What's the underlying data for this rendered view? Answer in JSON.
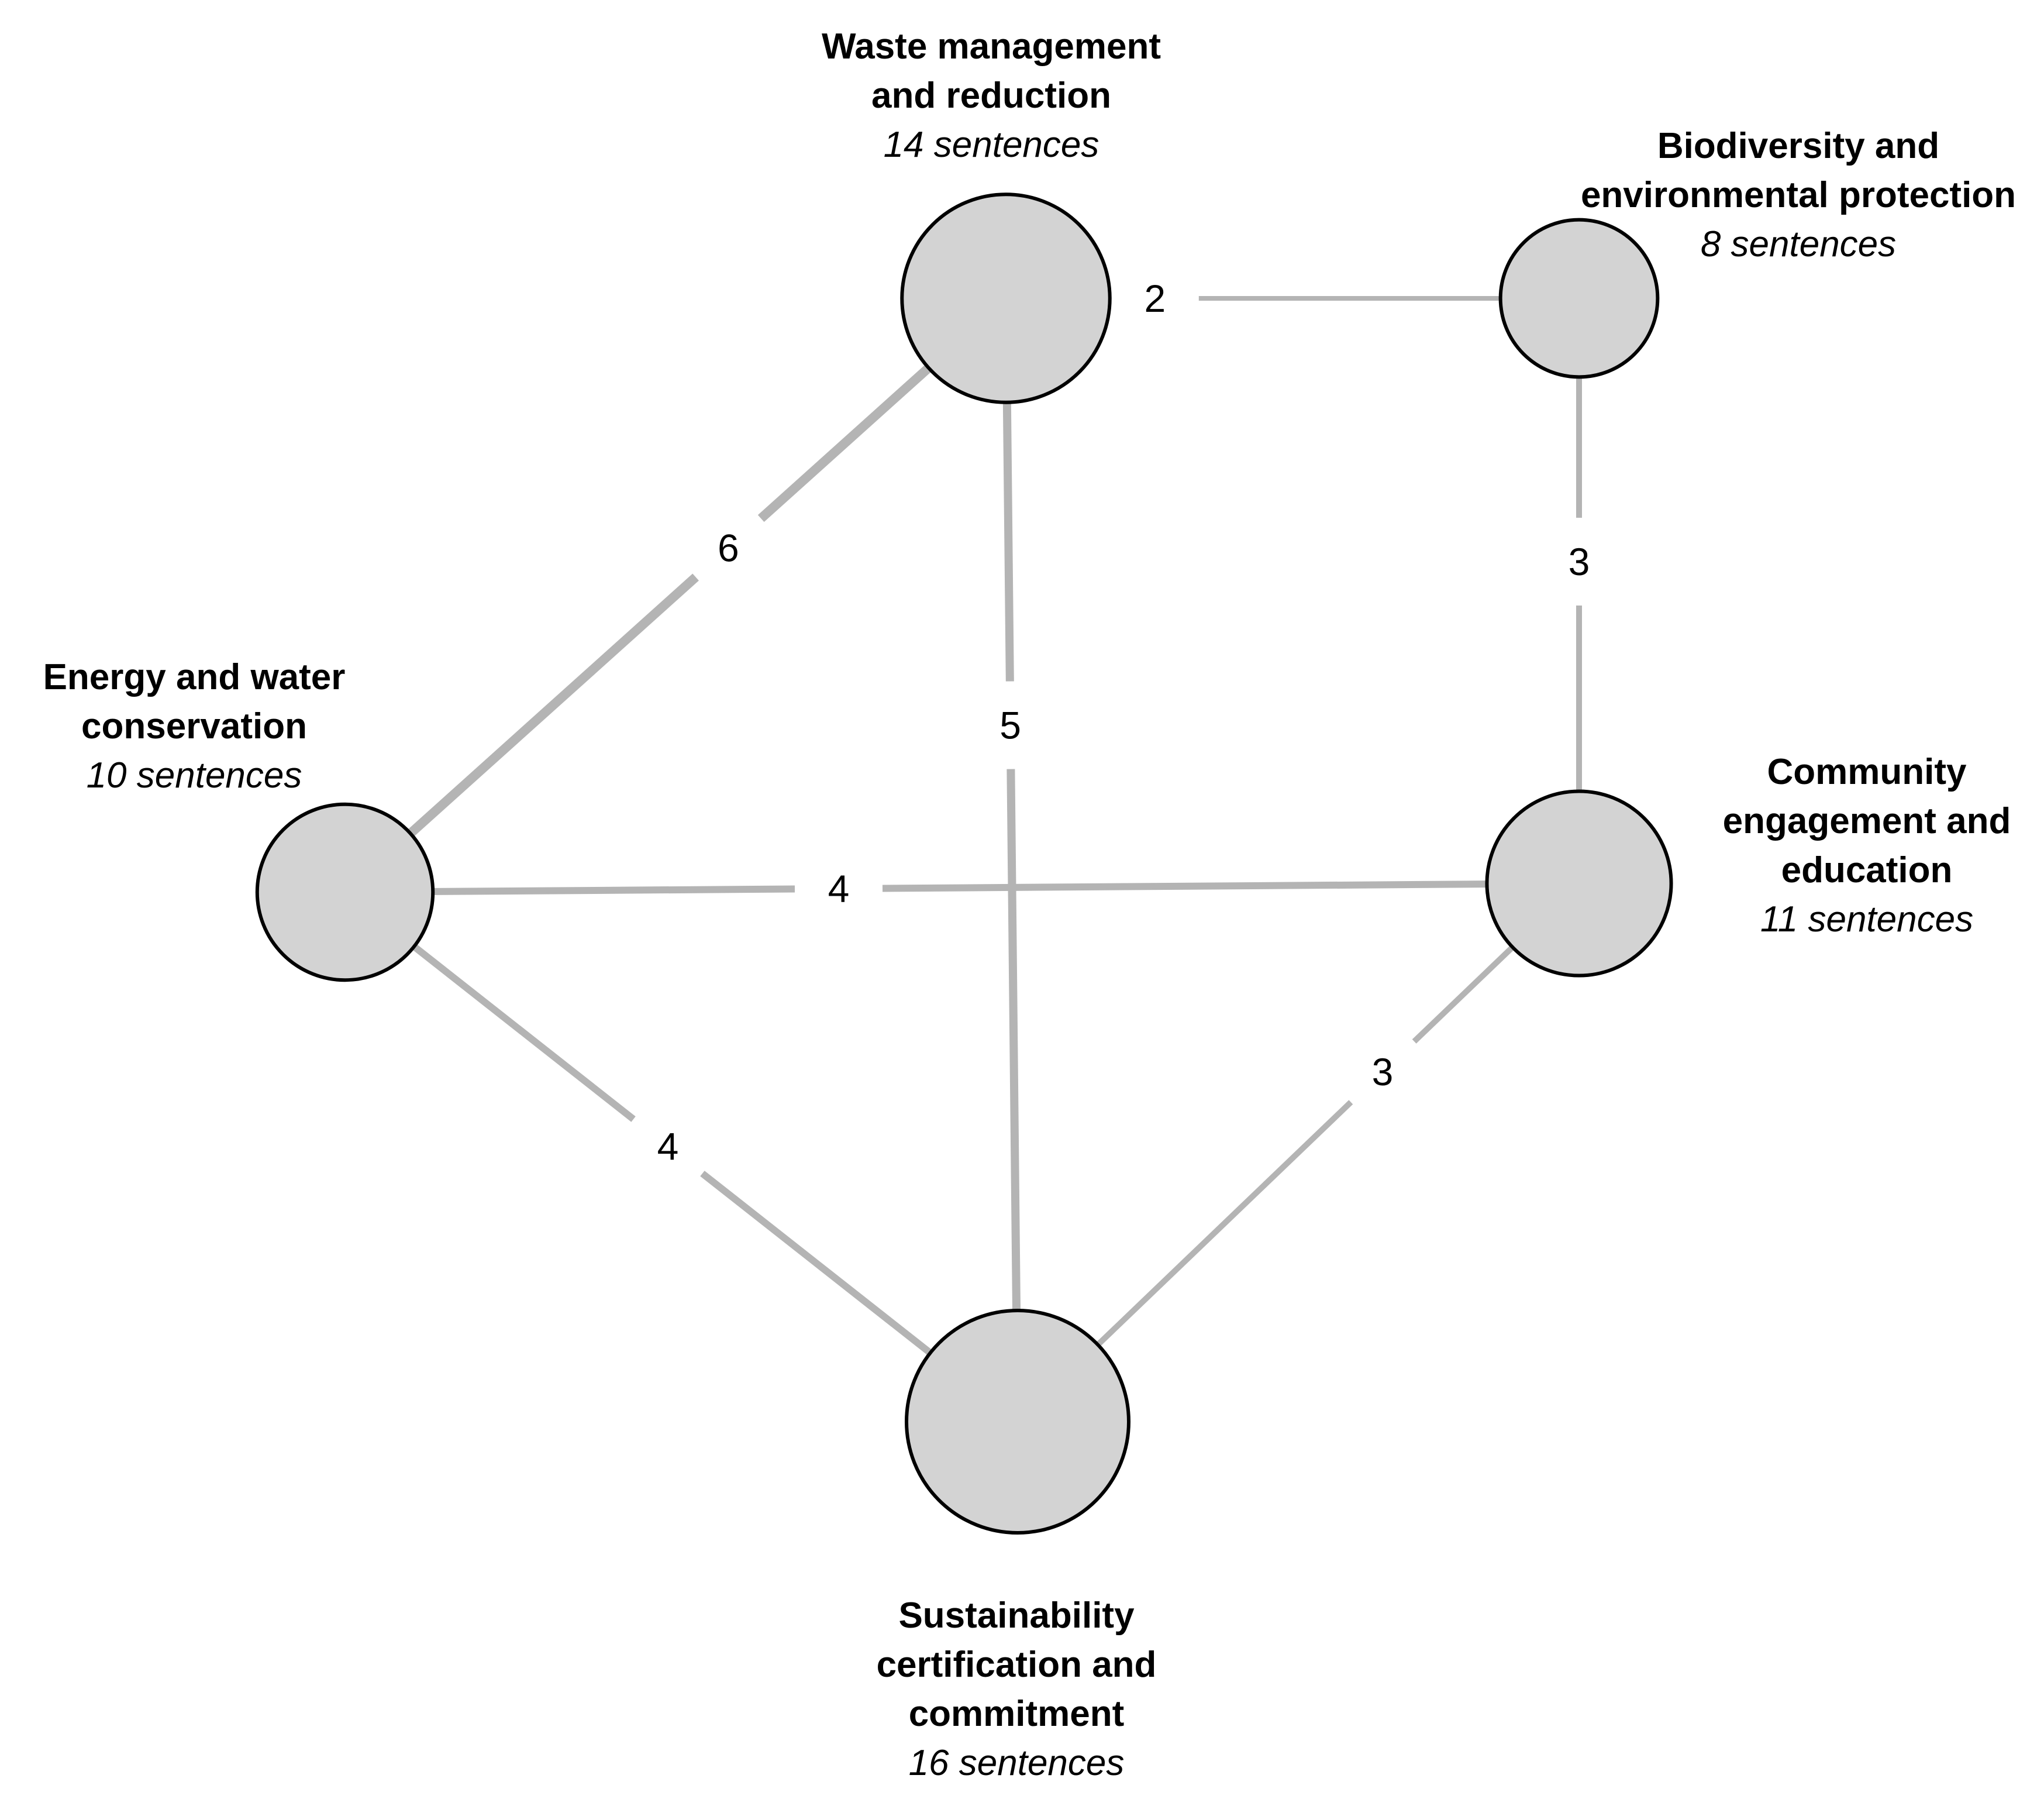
{
  "nodes": [
    {
      "id": "waste",
      "title_lines": [
        "Waste management",
        "and reduction"
      ],
      "count_label": "14 sentences",
      "sentences": 14
    },
    {
      "id": "biodiversity",
      "title_lines": [
        "Biodiversity and",
        "environmental protection"
      ],
      "count_label": "8 sentences",
      "sentences": 8
    },
    {
      "id": "energy",
      "title_lines": [
        "Energy and water",
        "conservation"
      ],
      "count_label": "10 sentences",
      "sentences": 10
    },
    {
      "id": "community",
      "title_lines": [
        "Community",
        "engagement and",
        "education"
      ],
      "count_label": "11 sentences",
      "sentences": 11
    },
    {
      "id": "sustainability",
      "title_lines": [
        "Sustainability",
        "certification and",
        "commitment"
      ],
      "count_label": "16  sentences",
      "sentences": 16
    }
  ],
  "edges": [
    {
      "source": "waste",
      "target": "biodiversity",
      "weight": 2,
      "label": "2"
    },
    {
      "source": "waste",
      "target": "energy",
      "weight": 6,
      "label": "6"
    },
    {
      "source": "waste",
      "target": "sustainability",
      "weight": 5,
      "label": "5"
    },
    {
      "source": "biodiversity",
      "target": "community",
      "weight": 3,
      "label": "3"
    },
    {
      "source": "energy",
      "target": "community",
      "weight": 4,
      "label": "4"
    },
    {
      "source": "energy",
      "target": "sustainability",
      "weight": 4,
      "label": "4"
    },
    {
      "source": "community",
      "target": "sustainability",
      "weight": 3,
      "label": "3"
    }
  ],
  "colors": {
    "node_fill": "#d3d3d3",
    "node_stroke": "#000000",
    "edge_stroke": "#b4b4b4",
    "text": "#000000",
    "background": "#ffffff"
  }
}
